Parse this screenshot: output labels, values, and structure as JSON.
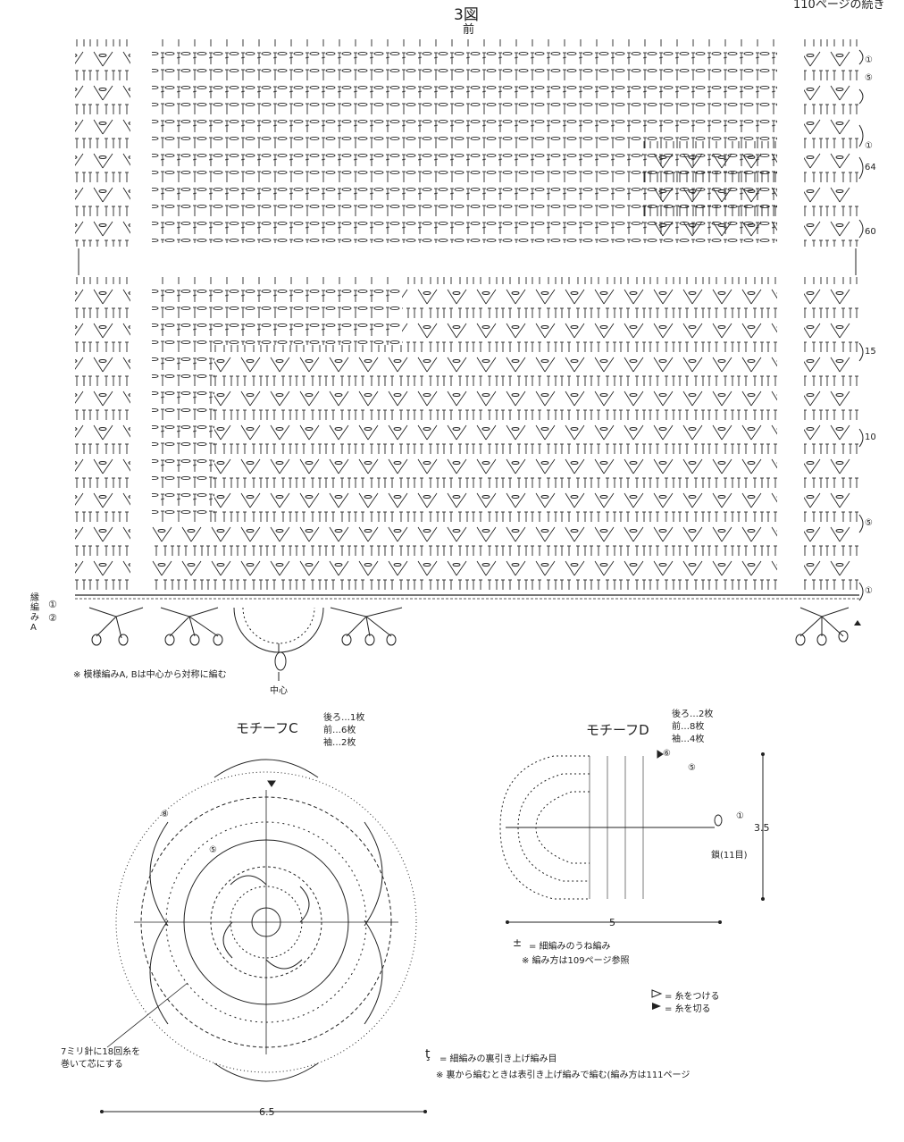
{
  "header": {
    "figure_title": "3図",
    "front_label": "前",
    "corner_text": "110ページの続き"
  },
  "main_chart": {
    "row_markers": [
      "①",
      "⑤",
      "①",
      "64",
      "60",
      "15",
      "10",
      "⑤",
      "①"
    ],
    "edge_pattern_label": "縁編みA",
    "edge_row_1": "①",
    "edge_row_2": "②",
    "symmetric_note": "※ 模様編みA, Bは中心から対称に編む",
    "center_label": "中心"
  },
  "motif_c": {
    "title": "モチーフC",
    "count_back": "後ろ…1枚",
    "count_front": "前…6枚",
    "count_sleeve": "袖…2枚",
    "round_5": "⑤",
    "round_8": "⑧",
    "core_note_1": "7ミリ針に18回糸を",
    "core_note_2": "巻いて芯にする",
    "width_label": "6.5"
  },
  "motif_d": {
    "title": "モチーフD",
    "count_back": "後ろ…2枚",
    "count_front": "前…8枚",
    "count_sleeve": "袖…4枚",
    "row_6": "⑥",
    "row_5": "⑤",
    "row_1": "①",
    "chain_label": "鎖(11目)",
    "height_label": "3.5",
    "width_label": "5"
  },
  "legend": {
    "rib_symbol": "±",
    "rib_text": "= 細編みのうね編み",
    "rib_note": "※ 編み方は109ページ参照",
    "join_text": "= 糸をつける",
    "cut_text": "= 糸を切る",
    "post_symbol": "ţ",
    "post_text": "= 細編みの裏引き上げ編み目",
    "post_note": "※ 裏から編むときは表引き上げ編みで編む(編み方は111ページ"
  }
}
